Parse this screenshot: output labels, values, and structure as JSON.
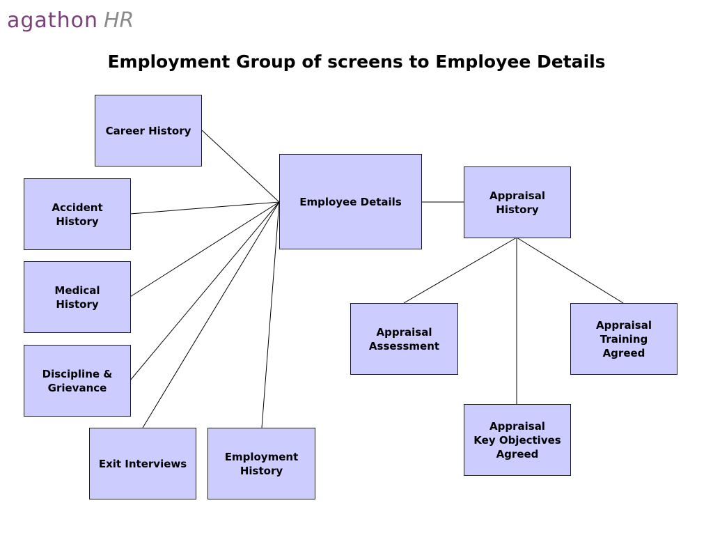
{
  "logo": {
    "brand": "agathon",
    "product": "HR"
  },
  "title": "Employment Group of screens to Employee Details",
  "nodes": {
    "career_history": "Career History",
    "accident_history": "Accident\nHistory",
    "medical_history": "Medical\nHistory",
    "discipline_grievance": "Discipline &\nGrievance",
    "exit_interviews": "Exit Interviews",
    "employment_history": "Employment\nHistory",
    "employee_details": "Employee Details",
    "appraisal_history": "Appraisal\nHistory",
    "appraisal_assessment": "Appraisal\nAssessment",
    "appraisal_training_agreed": "Appraisal\nTraining\nAgreed",
    "appraisal_key_objectives_agreed": "Appraisal\nKey Objectives\nAgreed"
  },
  "edges": [
    [
      "career_history",
      "employee_details"
    ],
    [
      "accident_history",
      "employee_details"
    ],
    [
      "medical_history",
      "employee_details"
    ],
    [
      "discipline_grievance",
      "employee_details"
    ],
    [
      "exit_interviews",
      "employee_details"
    ],
    [
      "employment_history",
      "employee_details"
    ],
    [
      "employee_details",
      "appraisal_history"
    ],
    [
      "appraisal_history",
      "appraisal_assessment"
    ],
    [
      "appraisal_history",
      "appraisal_key_objectives_agreed"
    ],
    [
      "appraisal_history",
      "appraisal_training_agreed"
    ]
  ],
  "colors": {
    "box_fill": "#ccccff",
    "box_border": "#1a1a1a",
    "brand": "#7b3f7a",
    "product": "#8a8a8a"
  }
}
